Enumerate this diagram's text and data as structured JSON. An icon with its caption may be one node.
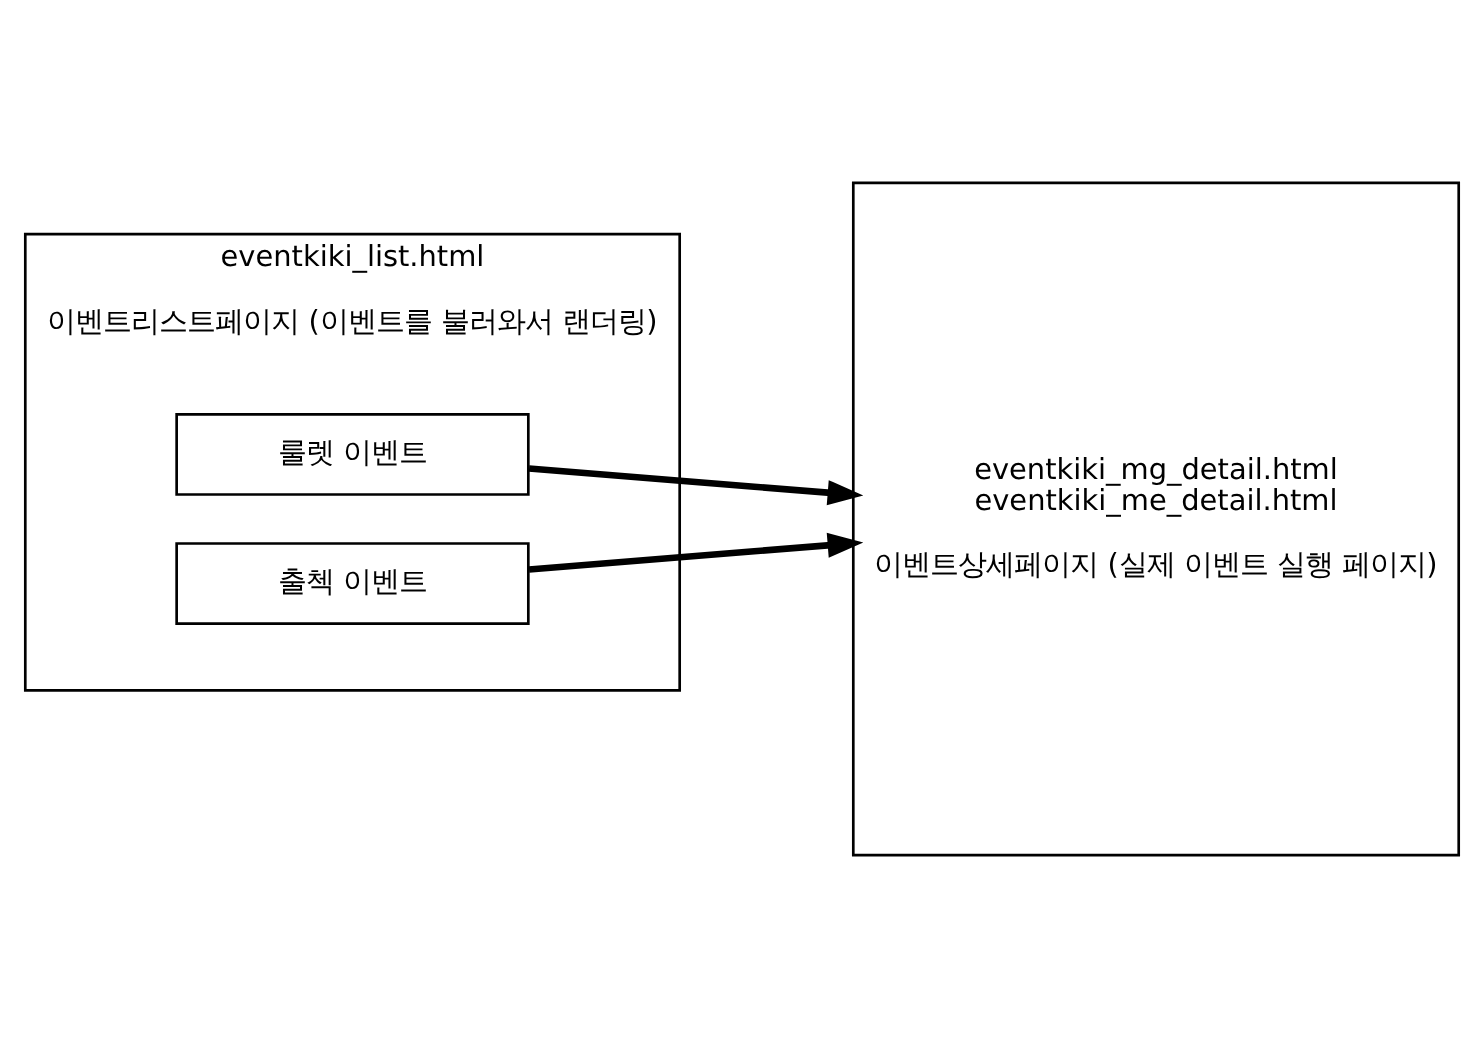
{
  "diagram": {
    "nodes": [
      {
        "text": [
          "eventkiki_list.html",
          "이벤트리스트페이지 (이벤트를 불러와서 랜더링)"
        ]
      },
      {
        "text": [
          "룰렛 이벤트"
        ],
        "in": 0
      },
      {
        "text": [
          "출첵 이벤트"
        ],
        "in": 0
      },
      {
        "text": [
          "eventkiki_mg_detail.html eventkiki_me_detail.html",
          "이벤트상세페이지 (실제 이벤트 실행 페이지)"
        ]
      }
    ],
    "edges": [
      {
        "from": 1,
        "to": 3,
        "arrow": "to"
      },
      {
        "from": 2,
        "to": 3,
        "arrow": "to"
      }
    ]
  }
}
